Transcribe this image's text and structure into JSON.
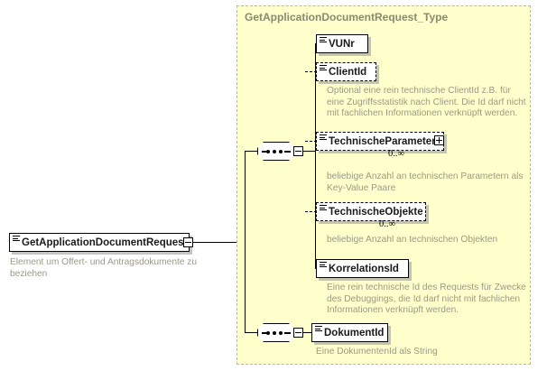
{
  "root": {
    "name": "GetApplicationDocumentRequest",
    "description": "Element um Offert- und Antragsdokumente zu beziehen",
    "toggle": "minus"
  },
  "type_container": {
    "title": "GetApplicationDocumentRequest_Type"
  },
  "sequences": [
    {
      "name": "sequence-compositor-main",
      "toggle": "minus"
    },
    {
      "name": "sequence-compositor-secondary",
      "toggle": "minus"
    }
  ],
  "elements": [
    {
      "name": "VUNr",
      "optional": false,
      "description": "",
      "cardinality": "",
      "expand": false
    },
    {
      "name": "ClientId",
      "optional": true,
      "description": "Optional eine rein technische ClientId z.B. für eine Zugriffsstatistik nach Client. Die Id darf nicht mit fachlichen Informationen verknüpft werden.",
      "cardinality": "",
      "expand": false
    },
    {
      "name": "TechnischeParameter",
      "optional": true,
      "description": "beliebige Anzahl an technischen Parametern als Key-Value Paare",
      "cardinality": "0..∞",
      "expand": true
    },
    {
      "name": "TechnischeObjekte",
      "optional": true,
      "description": "beliebige Anzahl an technischen Objekten",
      "cardinality": "0..∞",
      "expand": false
    },
    {
      "name": "KorrelationsId",
      "optional": false,
      "description": "Eine rein technische Id des Requests für Zwecke des Debuggings, die Id darf nicht mit fachlichen Informationen verknüpft werden.",
      "cardinality": "",
      "expand": false
    },
    {
      "name": "DokumentId",
      "optional": false,
      "description": "Eine DokumentenId als String",
      "cardinality": "",
      "expand": false
    }
  ],
  "colors": {
    "container_background": "#ffffcc",
    "container_border": "#b9b9a0",
    "title_text": "#8a8a72",
    "description_text": "#9a9a86",
    "element_border": "#000000",
    "element_background": "#ffffff"
  }
}
